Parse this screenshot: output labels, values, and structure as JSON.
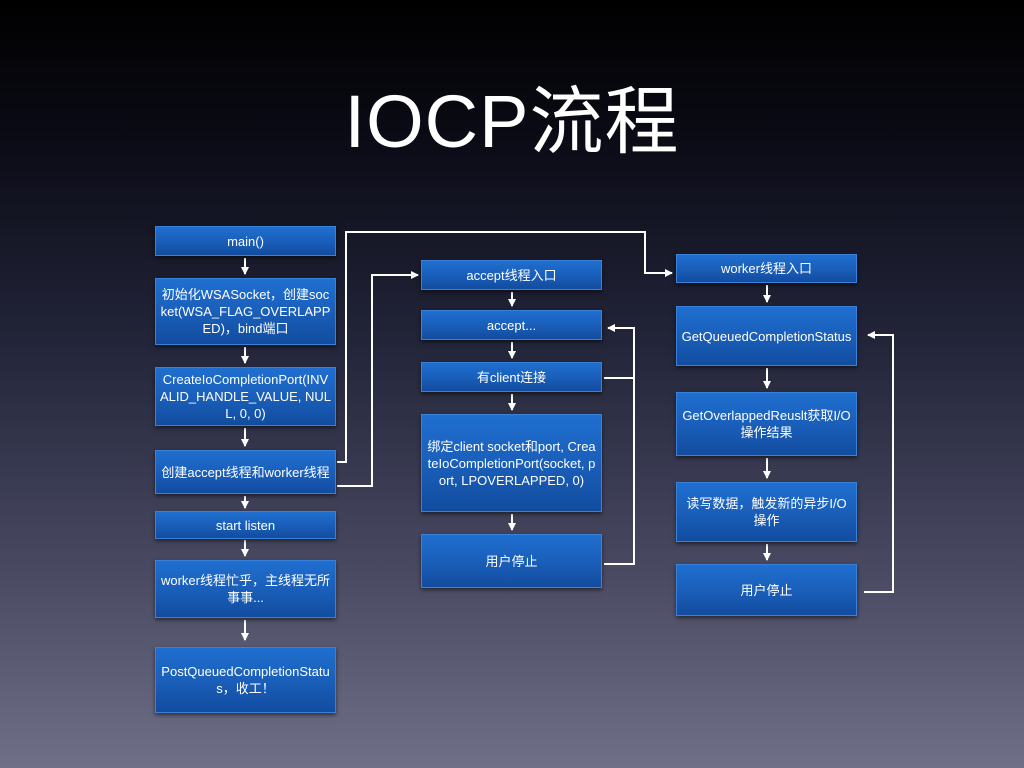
{
  "title": "IOCP流程",
  "left": {
    "main": "main()",
    "init": "初始化WSASocket，创建socket(WSA_FLAG_OVERLAPPED)，bind端口",
    "create_port": "CreateIoCompletionPort(INVALID_HANDLE_VALUE, NULL, 0, 0)",
    "create_threads": "创建accept线程和worker线程",
    "start_listen": "start listen",
    "worker_busy": "worker线程忙乎，主线程无所事事...",
    "post_status": "PostQueuedCompletionStatus，收工！"
  },
  "middle": {
    "entry": "accept线程入口",
    "accept": "accept...",
    "client_connect": "有client连接",
    "bind_client": "绑定client socket和port, CreateIoCompletionPort(socket, port, LPOVERLAPPED, 0)",
    "user_stop": "用户停止"
  },
  "right": {
    "entry": "worker线程入口",
    "get_status": "GetQueuedCompletionStatus",
    "get_result": "GetOverlappedReuslt获取I/O操作结果",
    "read_write": "读写数据，触发新的异步I/O操作",
    "user_stop": "用户停止"
  },
  "colors": {
    "box_top": "#1f6fd0",
    "box_bottom": "#124c9f",
    "line": "#ffffff"
  }
}
